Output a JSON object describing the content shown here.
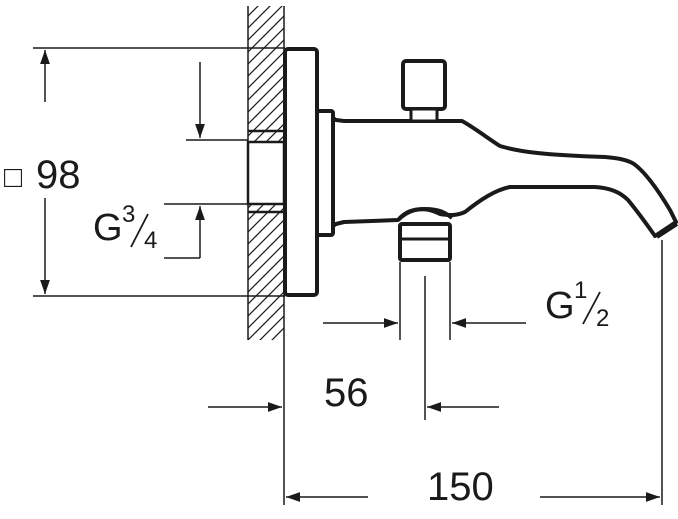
{
  "dimensions": {
    "square_symbol": "□",
    "plate_size": "98",
    "inlet_thread_g": "G",
    "inlet_thread_num": "3",
    "inlet_thread_den": "4",
    "outlet_thread_g": "G",
    "outlet_thread_num": "1",
    "outlet_thread_den": "2",
    "outlet_distance": "56",
    "total_length": "150"
  },
  "colors": {
    "line": "#1a1a1a",
    "background": "#ffffff"
  }
}
